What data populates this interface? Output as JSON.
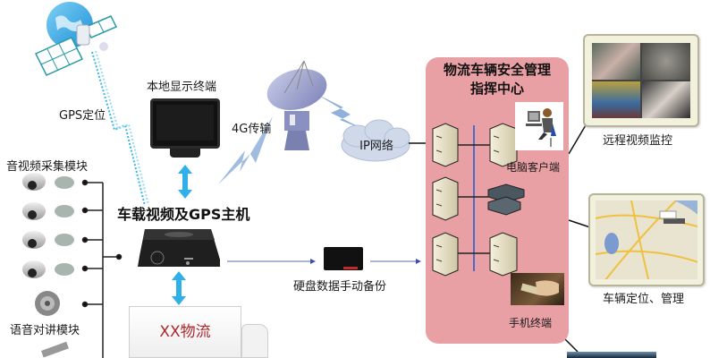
{
  "labels": {
    "gps_position": "GPS定位",
    "local_display": "本地显示终端",
    "transmission_4g": "4G传输",
    "ip_network": "IP网络",
    "av_capture_module": "音视频采集模块",
    "intercom_module": "语音对讲模块",
    "vehicle_host": "车载视频及GPS主机",
    "hdd_backup": "硬盘数据手动备份",
    "truck_brand": "XX物流",
    "command_center_title_line1": "物流车辆安全管理",
    "command_center_title_line2": "指挥中心",
    "pc_client": "电脑客户端",
    "mobile_terminal": "手机终端",
    "remote_video_monitor": "远程视频监控",
    "vehicle_location_mgmt": "车辆定位、管理"
  },
  "colors": {
    "center_bg": "#e9a0a4",
    "arrow_cyan": "#2fb0e8",
    "lightning_blue": "#8fb0d8",
    "bus_line": "#4a6cc8",
    "truck_text": "#b2262b"
  },
  "icons": {
    "satellite": "satellite-icon",
    "dish": "satellite-dish-icon",
    "cloud": "cloud-icon",
    "server": "server-icon",
    "dome_camera": "dome-camera-icon",
    "microphone": "microphone-icon",
    "speaker": "speaker-dome-icon"
  }
}
